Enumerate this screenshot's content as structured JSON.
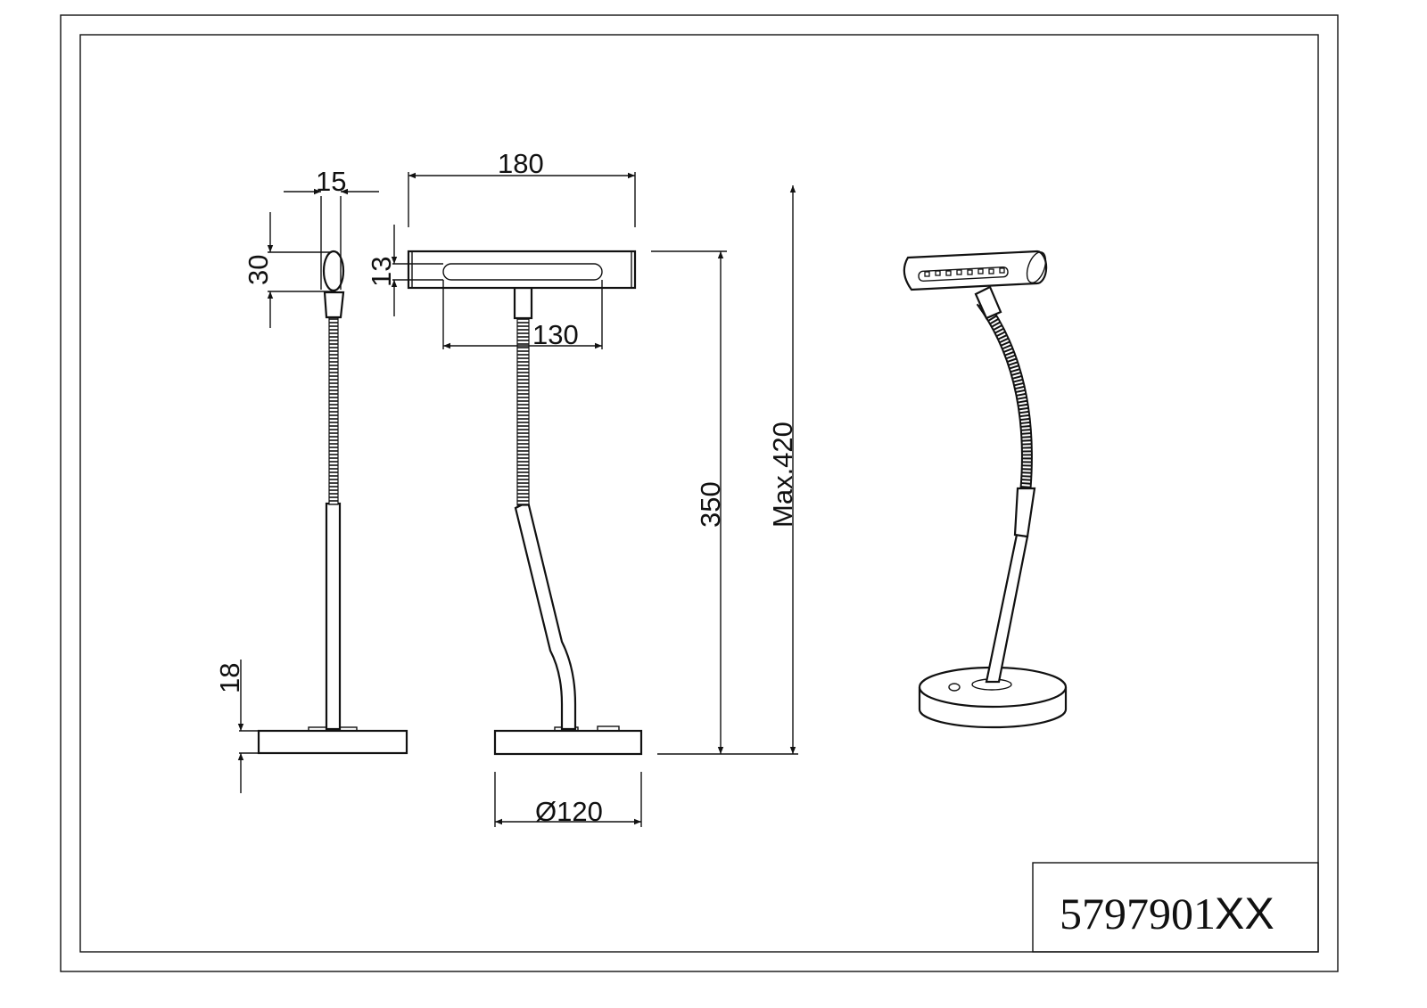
{
  "drawing": {
    "product_code": "5797901",
    "product_suffix": "XX",
    "dimensions": {
      "head_width": "15",
      "head_height": "30",
      "base_height": "18",
      "head_length": "180",
      "head_depth": "13",
      "led_strip_length": "130",
      "height": "350",
      "max_height": "Max.420",
      "base_diameter": "Ø120"
    }
  }
}
